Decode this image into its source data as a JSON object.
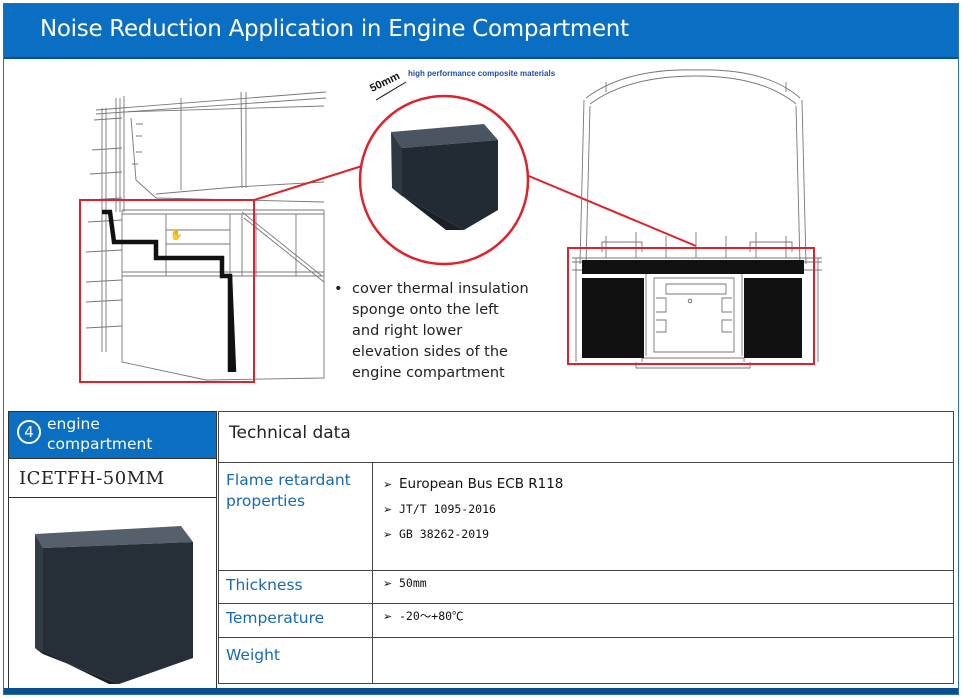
{
  "header": {
    "title": "Noise Reduction Application in Engine Compartment"
  },
  "diagram": {
    "caption": "high performance composite materials",
    "dimension": "50mm",
    "bullet": "•",
    "description_lines": [
      "cover thermal insulation",
      "sponge onto the left",
      "and right lower",
      "elevation sides of the",
      "engine compartment"
    ]
  },
  "product": {
    "number": "4",
    "name_lines": [
      "engine",
      "compartment"
    ],
    "model": "ICETFH-50MM"
  },
  "tech": {
    "heading": "Technical data",
    "arrow": "➢",
    "rows": [
      {
        "label_lines": [
          "Flame retardant",
          "properties"
        ],
        "values": [
          "European Bus ECB R118",
          "JT/T 1095-2016",
          "GB 38262-2019"
        ]
      },
      {
        "label_lines": [
          "Thickness"
        ],
        "values": [
          "50mm"
        ]
      },
      {
        "label_lines": [
          "Temperature"
        ],
        "values": [
          "-20～+80℃"
        ]
      },
      {
        "label_lines": [
          "Weight"
        ],
        "values": []
      }
    ]
  },
  "colors": {
    "brand_blue": "#0a6fc2",
    "highlight_red": "#e0202a",
    "label_blue": "#1569b5"
  }
}
